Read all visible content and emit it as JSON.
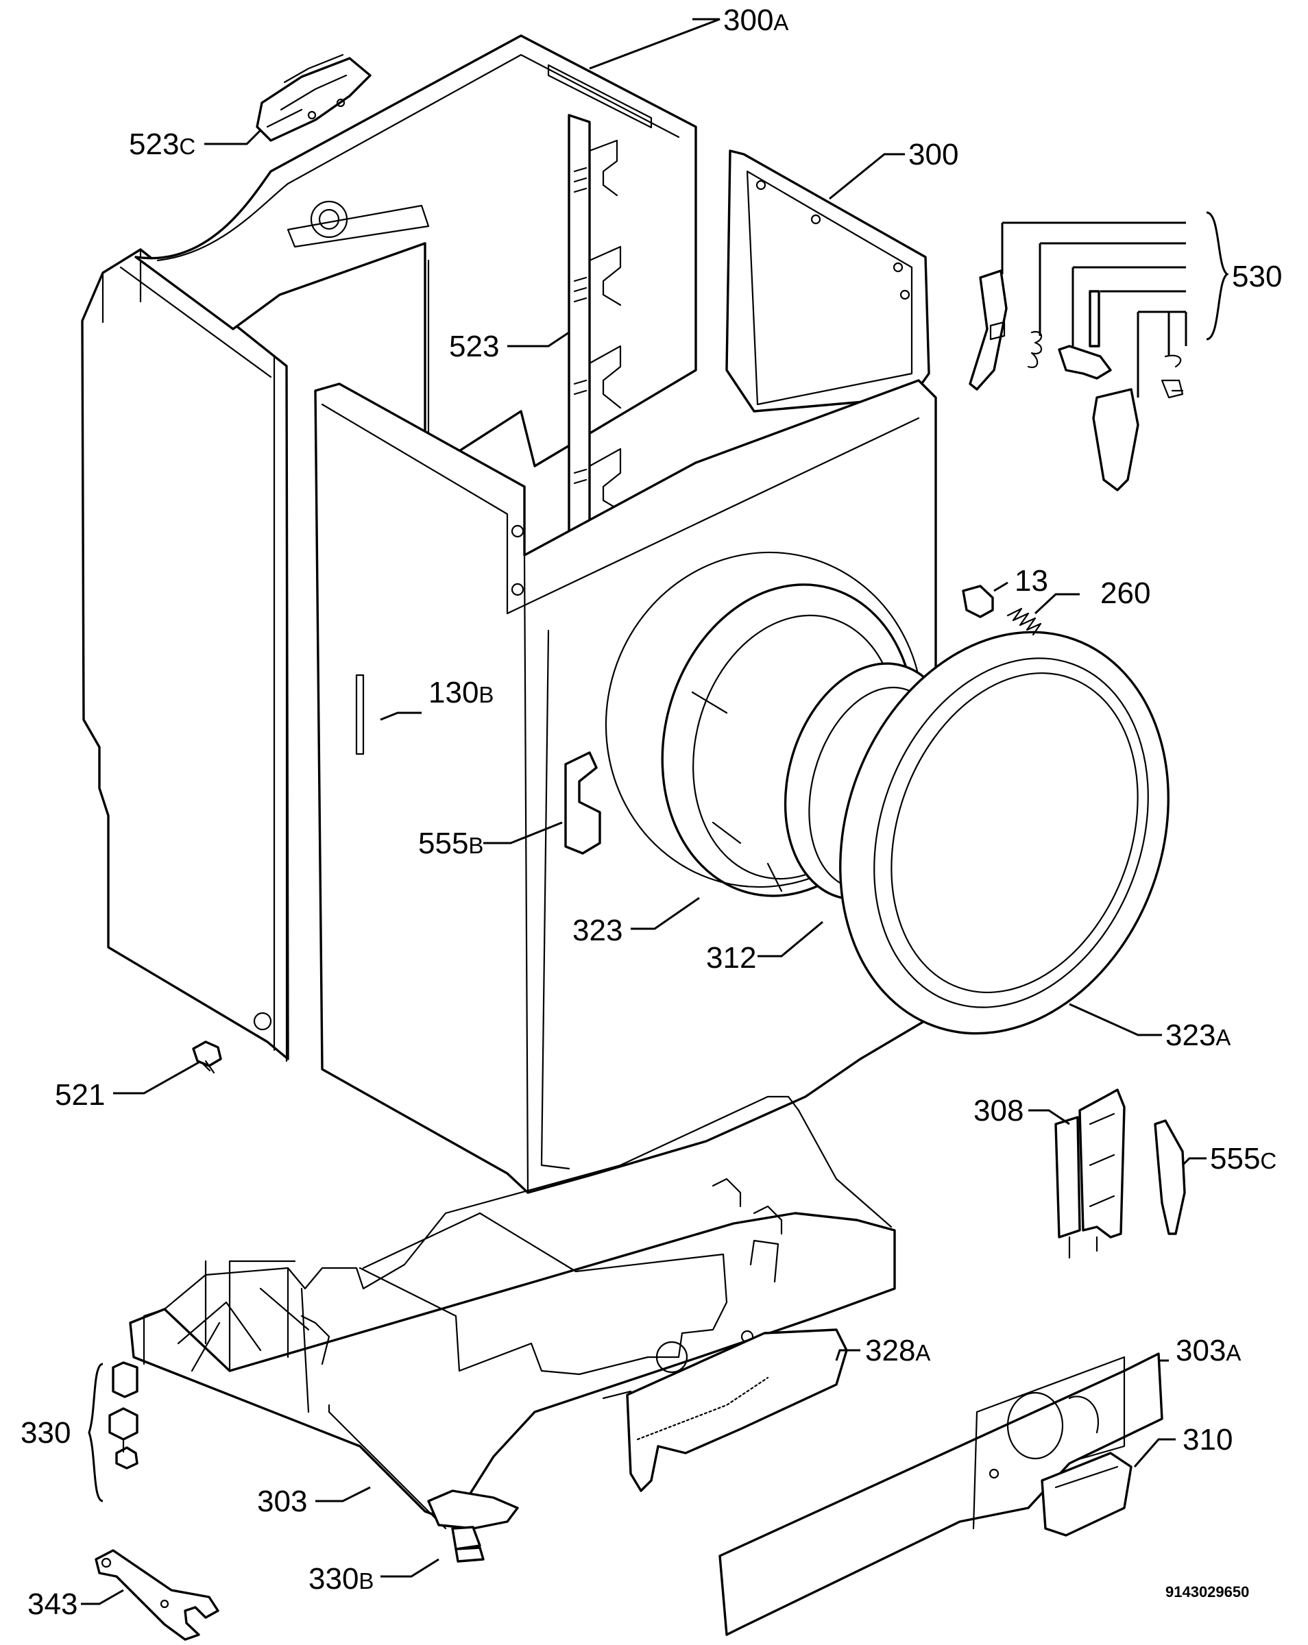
{
  "diagram_code": "9143029650",
  "labels": {
    "p300a": {
      "num": "300",
      "suffix": "A"
    },
    "p523c": {
      "num": "523",
      "suffix": "C"
    },
    "p300": {
      "num": "300",
      "suffix": ""
    },
    "p530": {
      "num": "530",
      "suffix": ""
    },
    "p523": {
      "num": "523",
      "suffix": ""
    },
    "p13": {
      "num": "13",
      "suffix": ""
    },
    "p260": {
      "num": "260",
      "suffix": ""
    },
    "p130b": {
      "num": "130",
      "suffix": "B"
    },
    "p555b": {
      "num": "555",
      "suffix": "B"
    },
    "p323": {
      "num": "323",
      "suffix": ""
    },
    "p312": {
      "num": "312",
      "suffix": ""
    },
    "p323a": {
      "num": "323",
      "suffix": "A"
    },
    "p521": {
      "num": "521",
      "suffix": ""
    },
    "p308": {
      "num": "308",
      "suffix": ""
    },
    "p555c": {
      "num": "555",
      "suffix": "C"
    },
    "p328a": {
      "num": "328",
      "suffix": "A"
    },
    "p303a": {
      "num": "303",
      "suffix": "A"
    },
    "p310": {
      "num": "310",
      "suffix": ""
    },
    "p330": {
      "num": "330",
      "suffix": ""
    },
    "p303": {
      "num": "303",
      "suffix": ""
    },
    "p330b": {
      "num": "330",
      "suffix": "B"
    },
    "p343": {
      "num": "343",
      "suffix": ""
    }
  }
}
